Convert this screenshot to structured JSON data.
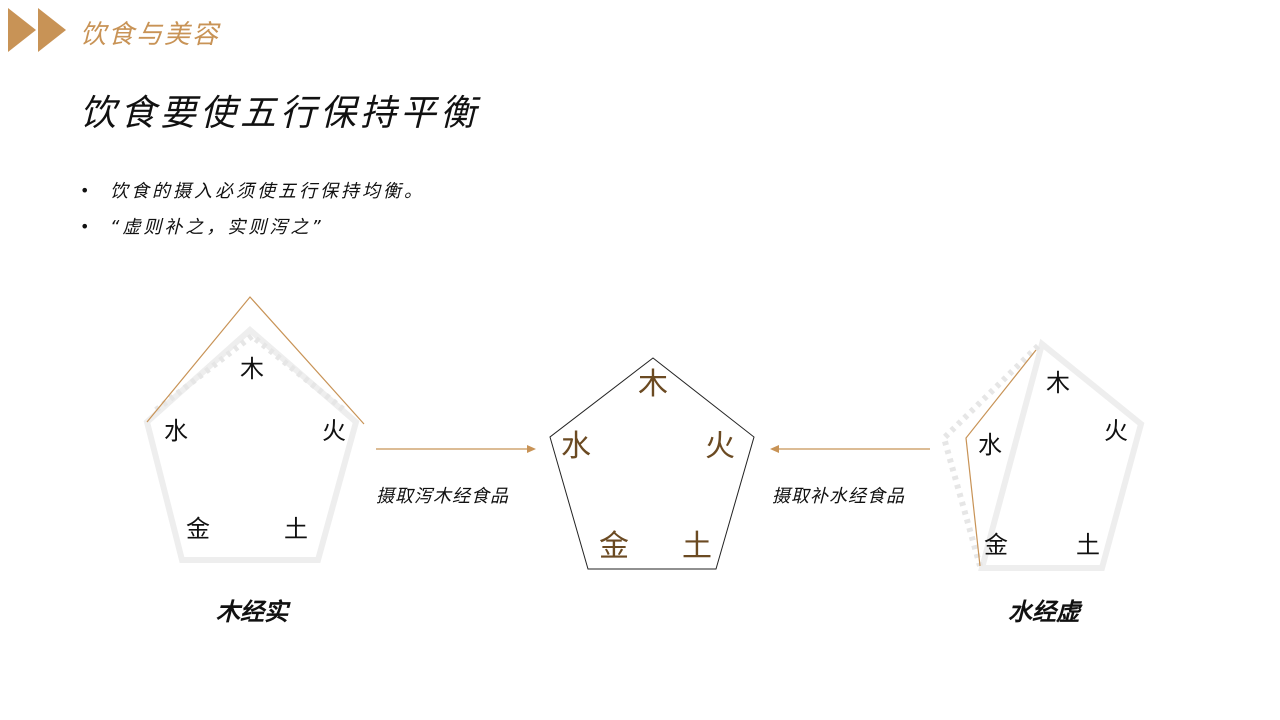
{
  "header": {
    "section_title": "饮食与美容",
    "accent_color": "#c89356",
    "icon": "double-triangle-play-icon"
  },
  "page_title": "饮食要使五行保持平衡",
  "bullets": [
    "饮食的摄入必须使五行保持均衡。",
    "“虚则补之，实则泻之”"
  ],
  "diagrams": {
    "left": {
      "caption": "木经实",
      "elements": {
        "wood": "木",
        "fire": "火",
        "earth": "土",
        "metal": "金",
        "water": "水"
      }
    },
    "center": {
      "elements": {
        "wood": "木",
        "fire": "火",
        "earth": "土",
        "metal": "金",
        "water": "水"
      },
      "text_color": "#6b4a22"
    },
    "right": {
      "caption": "水经虚",
      "elements": {
        "wood": "木",
        "fire": "火",
        "earth": "土",
        "metal": "金",
        "water": "水"
      }
    }
  },
  "arrows": {
    "left_label": "摄取泻木经食品",
    "right_label": "摄取补水经食品"
  }
}
